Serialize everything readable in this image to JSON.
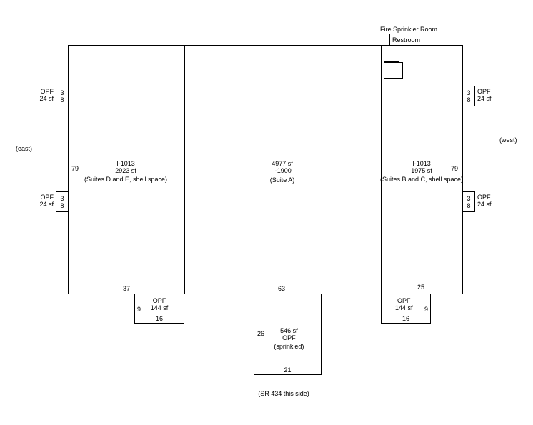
{
  "annotations": {
    "fire_sprinkler_room": "Fire Sprinkler Room",
    "restroom": "Restroom",
    "east": "(east)",
    "west": "(west)",
    "sr_434": "(SR 434 this side)"
  },
  "suites": {
    "left": {
      "code": "I-1013",
      "area": "2923 sf",
      "name": "(Suites D and E, shell space)"
    },
    "middle": {
      "area": "4977 sf",
      "code": "I-1900",
      "name": "(Suite A)"
    },
    "right": {
      "code": "I-1013",
      "area": "1975 sf",
      "name": "(Suites B and C, shell space)"
    }
  },
  "opf_side": {
    "label": "OPF",
    "area": "24 sf",
    "width_ft": "3",
    "height_ft": "8"
  },
  "opf_rear": {
    "label": "OPF",
    "area": "144 sf",
    "height_ft": "9",
    "width_ft": "16"
  },
  "opf_front": {
    "area": "546 sf",
    "label": "OPF",
    "note": "(sprinkled)",
    "height_ft": "26",
    "width_ft": "21"
  },
  "dims": {
    "left_side": "79",
    "right_side": "79",
    "bottom_left": "37",
    "bottom_center": "63",
    "bottom_right": "25"
  }
}
